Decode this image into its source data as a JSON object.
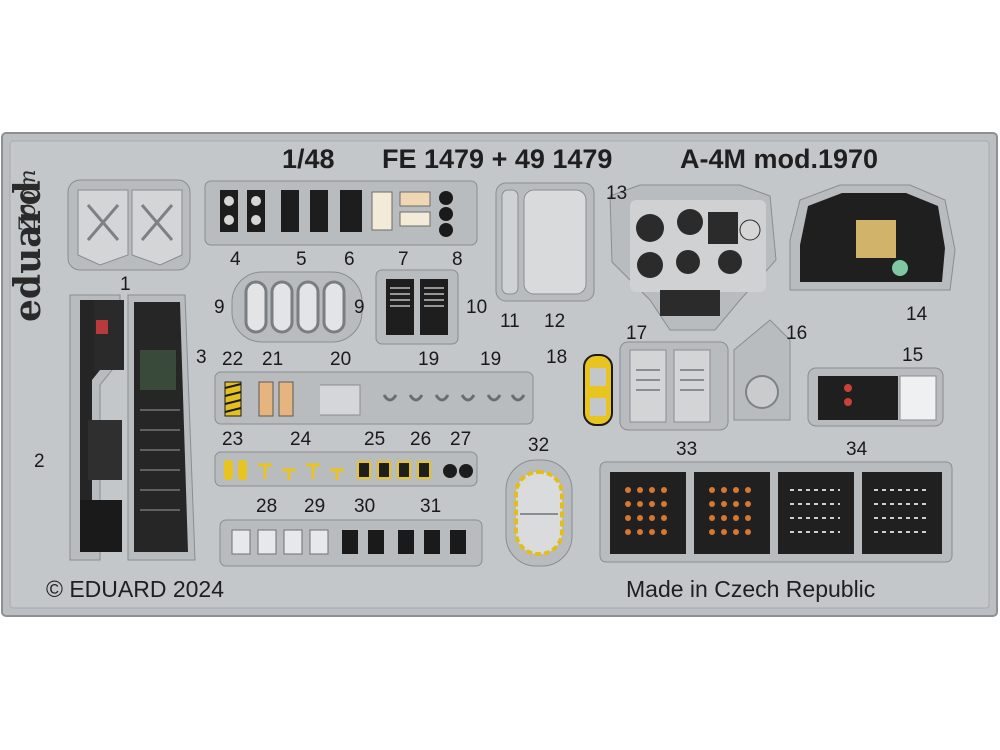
{
  "header": {
    "scale": "1/48",
    "code": "FE 1479 + 49 1479",
    "title": "A-4M mod.1970"
  },
  "brand": {
    "name": "eduard",
    "subname": "Zoom"
  },
  "footer": {
    "copyright": "© EDUARD 2024",
    "origin": "Made in Czech Republic"
  },
  "parts": {
    "p1": "1",
    "p2": "2",
    "p3": "3",
    "p4": "4",
    "p5": "5",
    "p6": "6",
    "p7": "7",
    "p8": "8",
    "p9a": "9",
    "p9b": "9",
    "p10": "10",
    "p11": "11",
    "p12": "12",
    "p13": "13",
    "p14": "14",
    "p15": "15",
    "p16": "16",
    "p17": "17",
    "p18": "18",
    "p19a": "19",
    "p19b": "19",
    "p20": "20",
    "p21": "21",
    "p22": "22",
    "p23": "23",
    "p24": "24",
    "p25": "25",
    "p26": "26",
    "p27": "27",
    "p28": "28",
    "p29": "29",
    "p30": "30",
    "p31": "31",
    "p32": "32",
    "p33": "33",
    "p34": "34"
  },
  "colors": {
    "fret": "#bfc2c5",
    "panel": "#2b2b2b",
    "accent_yellow": "#e9c11a",
    "accent_orange": "#d9772f"
  }
}
